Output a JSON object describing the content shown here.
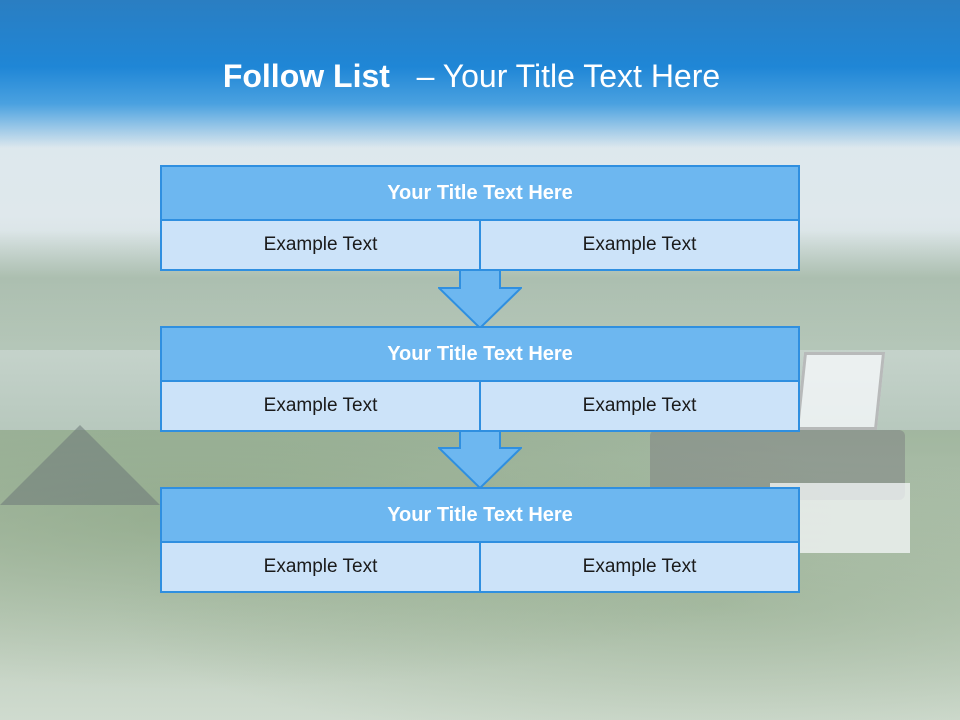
{
  "slide": {
    "title_bold": "Follow List",
    "title_rest": "– Your Title Text Here",
    "steps": [
      {
        "title": "Your Title Text Here",
        "left": "Example Text",
        "right": "Example Text"
      },
      {
        "title": "Your Title Text Here",
        "left": "Example Text",
        "right": "Example Text"
      },
      {
        "title": "Your Title Text Here",
        "left": "Example Text",
        "right": "Example Text"
      }
    ]
  },
  "colors": {
    "header_blue": "#1f86d6",
    "box_title_fill": "#6db7f0",
    "box_border": "#2f8fe0",
    "cell_fill": "#cce3f9",
    "arrow_fill": "#6db7f0"
  },
  "icons": [
    "down-arrow-icon",
    "down-arrow-icon"
  ]
}
